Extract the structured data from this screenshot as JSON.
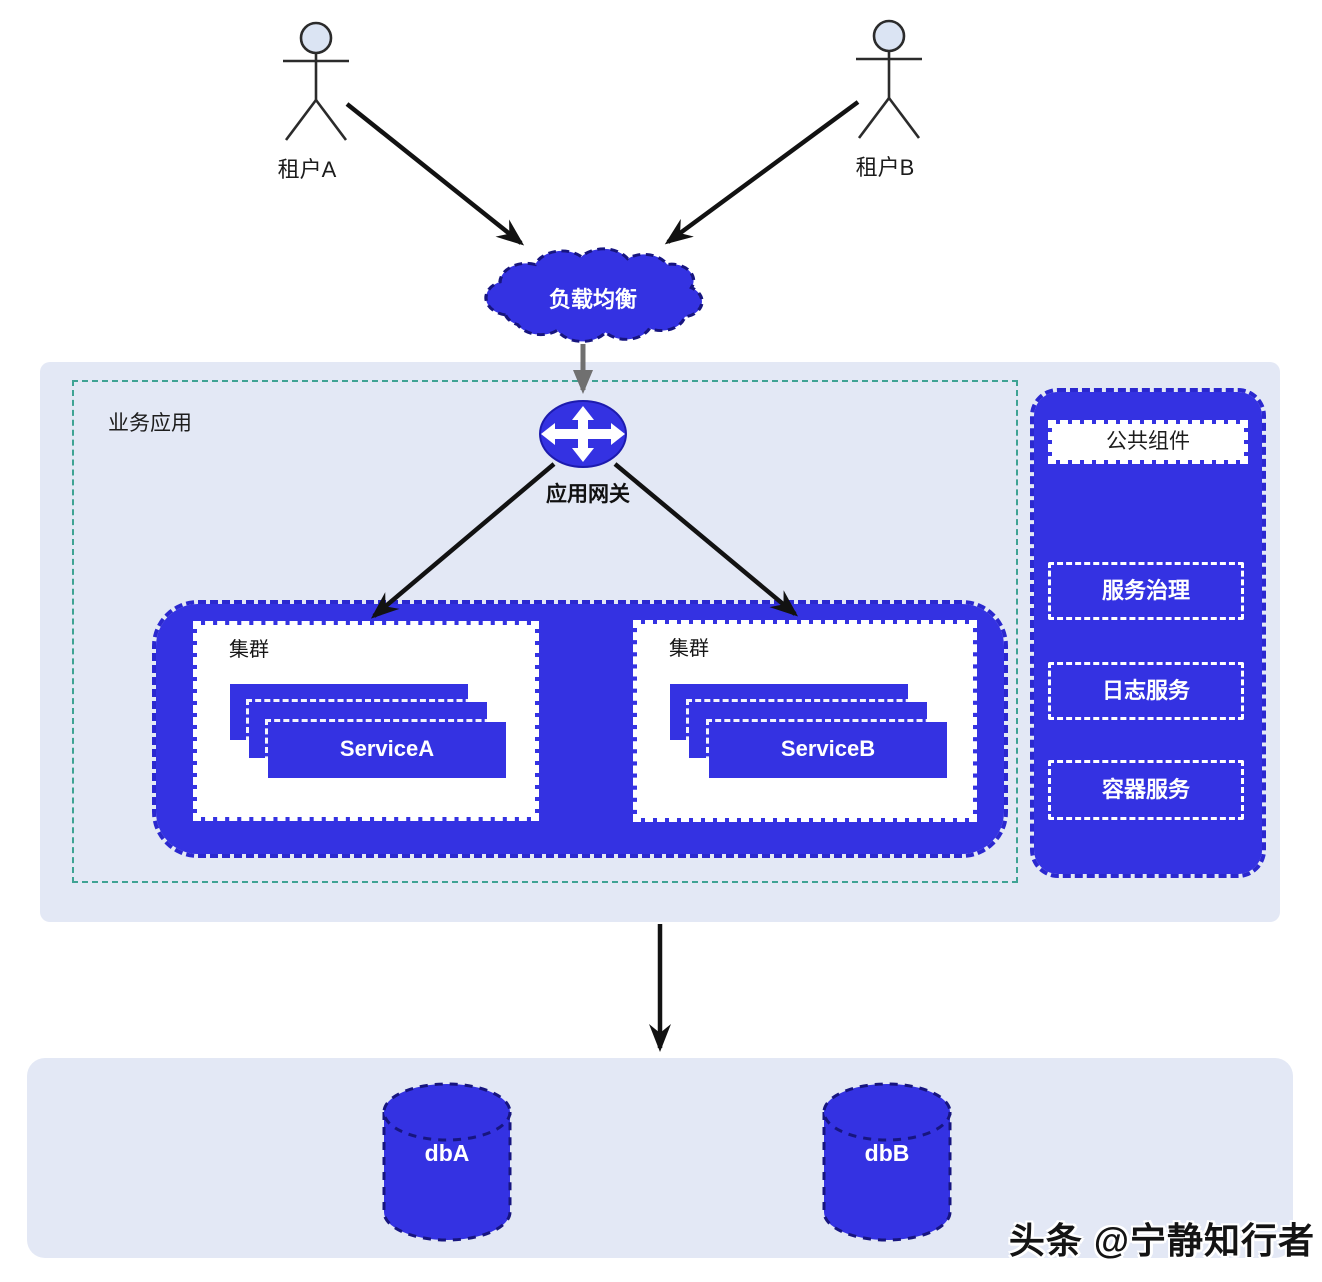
{
  "diagram": {
    "actors": [
      {
        "label": "租户A"
      },
      {
        "label": "租户B"
      }
    ],
    "load_balancer": {
      "label": "负载均衡"
    },
    "gateway": {
      "label": "应用网关"
    },
    "business_app": {
      "label": "业务应用",
      "clusters": [
        {
          "label": "集群",
          "service": "ServiceA"
        },
        {
          "label": "集群",
          "service": "ServiceB"
        }
      ],
      "common_components": {
        "title": "公共组件",
        "items": [
          "服务治理",
          "日志服务",
          "容器服务"
        ]
      }
    },
    "databases": [
      {
        "label": "dbA"
      },
      {
        "label": "dbB"
      }
    ],
    "watermark": "头条 @宁静知行者",
    "colors": {
      "primary_blue": "#3432e2",
      "dark_navy_stroke": "#17157f",
      "panel_background": "#e3e8f5",
      "teal_dashed_border": "#3fa394",
      "actor_head_fill": "#dbe4f3",
      "arrow_black": "#121212",
      "arrow_gray": "#707070"
    }
  }
}
